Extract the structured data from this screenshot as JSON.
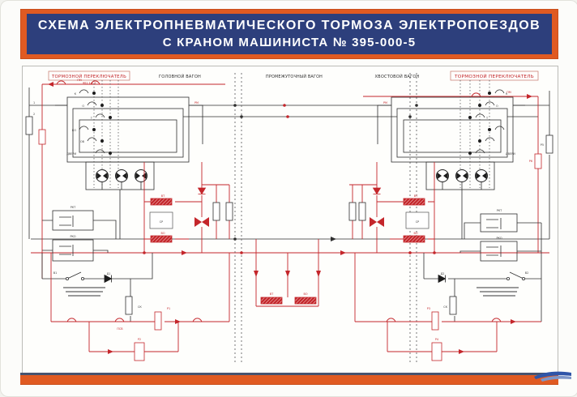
{
  "poster": {
    "title_line1": "СХЕМА ЭЛЕКТРОПНЕВМАТИЧЕСКОГО ТОРМОЗА ЭЛЕКТРОПОЕЗДОВ",
    "title_line2": "С КРАНОМ МАШИНИСТА № 395-000-5",
    "colors": {
      "frame_orange": "#e05a22",
      "banner_navy": "#2d3f7c",
      "title_text": "#ffffff",
      "schematic_red": "#c4262b",
      "schematic_dark": "#2f2f2f",
      "border_gray": "#bcbcb8",
      "logo_blue": "#2f55a8"
    }
  },
  "schematic": {
    "section_labels": {
      "left_switch_box": "ТОРМОЗНОЙ ПЕРЕКЛЮЧАТЕЛЬ",
      "head_car": "ГОЛОВНОЙ ВАГОН",
      "middle_car": "ПРОМЕЖУТОЧНЫЙ ВАГОН",
      "tail_car": "ХВОСТОВОЙ ВАГОН",
      "right_switch_box": "ТОРМОЗНОЙ ПЕРЕКЛЮЧАТЕЛЬ"
    },
    "tiny_labels": [
      "401 1 2 3",
      "К",
      "О",
      "Т",
      "КО",
      "ОВ",
      "ДВЕРИ",
      "ПМ",
      "РМ",
      "ВТ",
      "ВО",
      "СР",
      "Д1",
      "СК",
      "В1",
      "ПСВ",
      "Р1",
      "Р2",
      "1",
      "2",
      "ВТ",
      "ВО",
      "СР",
      "Д2",
      "СК",
      "В2",
      "Р3",
      "Р4",
      "К",
      "О",
      "Т",
      "ДВЕРИ",
      "ПМ",
      "РМ",
      "Р5",
      "Р6",
      "ВТ",
      "ВО",
      "РКТ",
      "РКО",
      "РКТ",
      "РКО"
    ]
  }
}
